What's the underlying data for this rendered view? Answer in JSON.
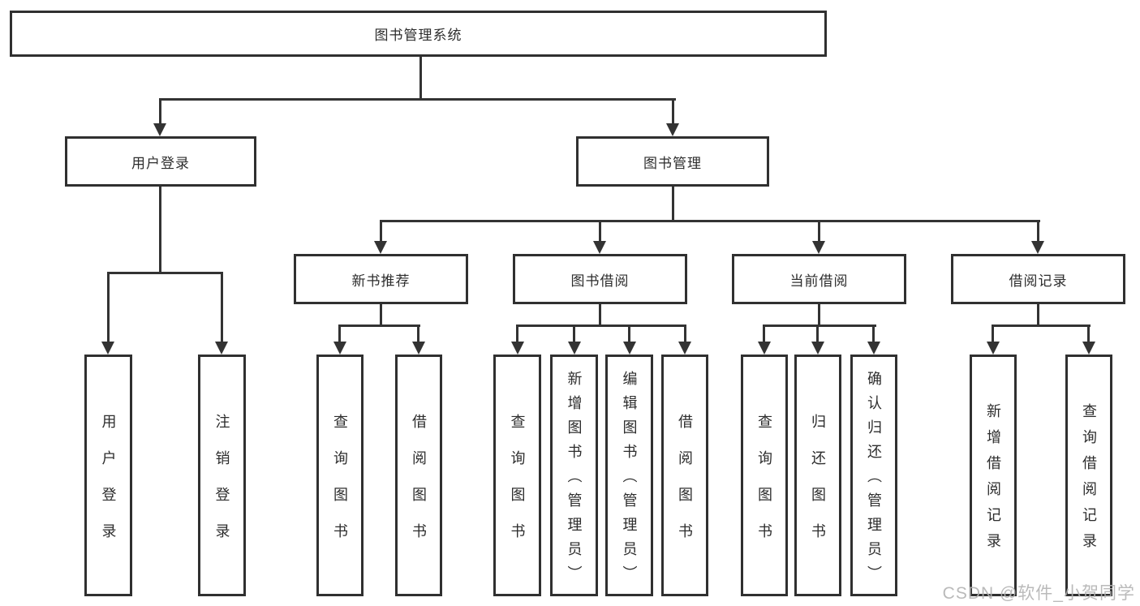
{
  "diagram": {
    "root": "图书管理系统",
    "branches": [
      {
        "label": "用户登录",
        "children": [
          {
            "label": "用户登录"
          },
          {
            "label": "注销登录"
          }
        ]
      },
      {
        "label": "图书管理",
        "sections": [
          {
            "label": "新书推荐",
            "children": [
              {
                "label": "查询图书"
              },
              {
                "label": "借阅图书"
              }
            ]
          },
          {
            "label": "图书借阅",
            "children": [
              {
                "label": "查询图书"
              },
              {
                "label": "新增图书（管理员）"
              },
              {
                "label": "编辑图书（管理员）"
              },
              {
                "label": "借阅图书"
              }
            ]
          },
          {
            "label": "当前借阅",
            "children": [
              {
                "label": "查询图书"
              },
              {
                "label": "归还图书"
              },
              {
                "label": "确认归还（管理员）"
              }
            ]
          },
          {
            "label": "借阅记录",
            "children": [
              {
                "label": "新增借阅记录"
              },
              {
                "label": "查询借阅记录"
              }
            ]
          }
        ]
      }
    ],
    "line_color": "#333333",
    "box_border_color": "#303030"
  },
  "watermark": "CSDN @软件_小贺同学"
}
